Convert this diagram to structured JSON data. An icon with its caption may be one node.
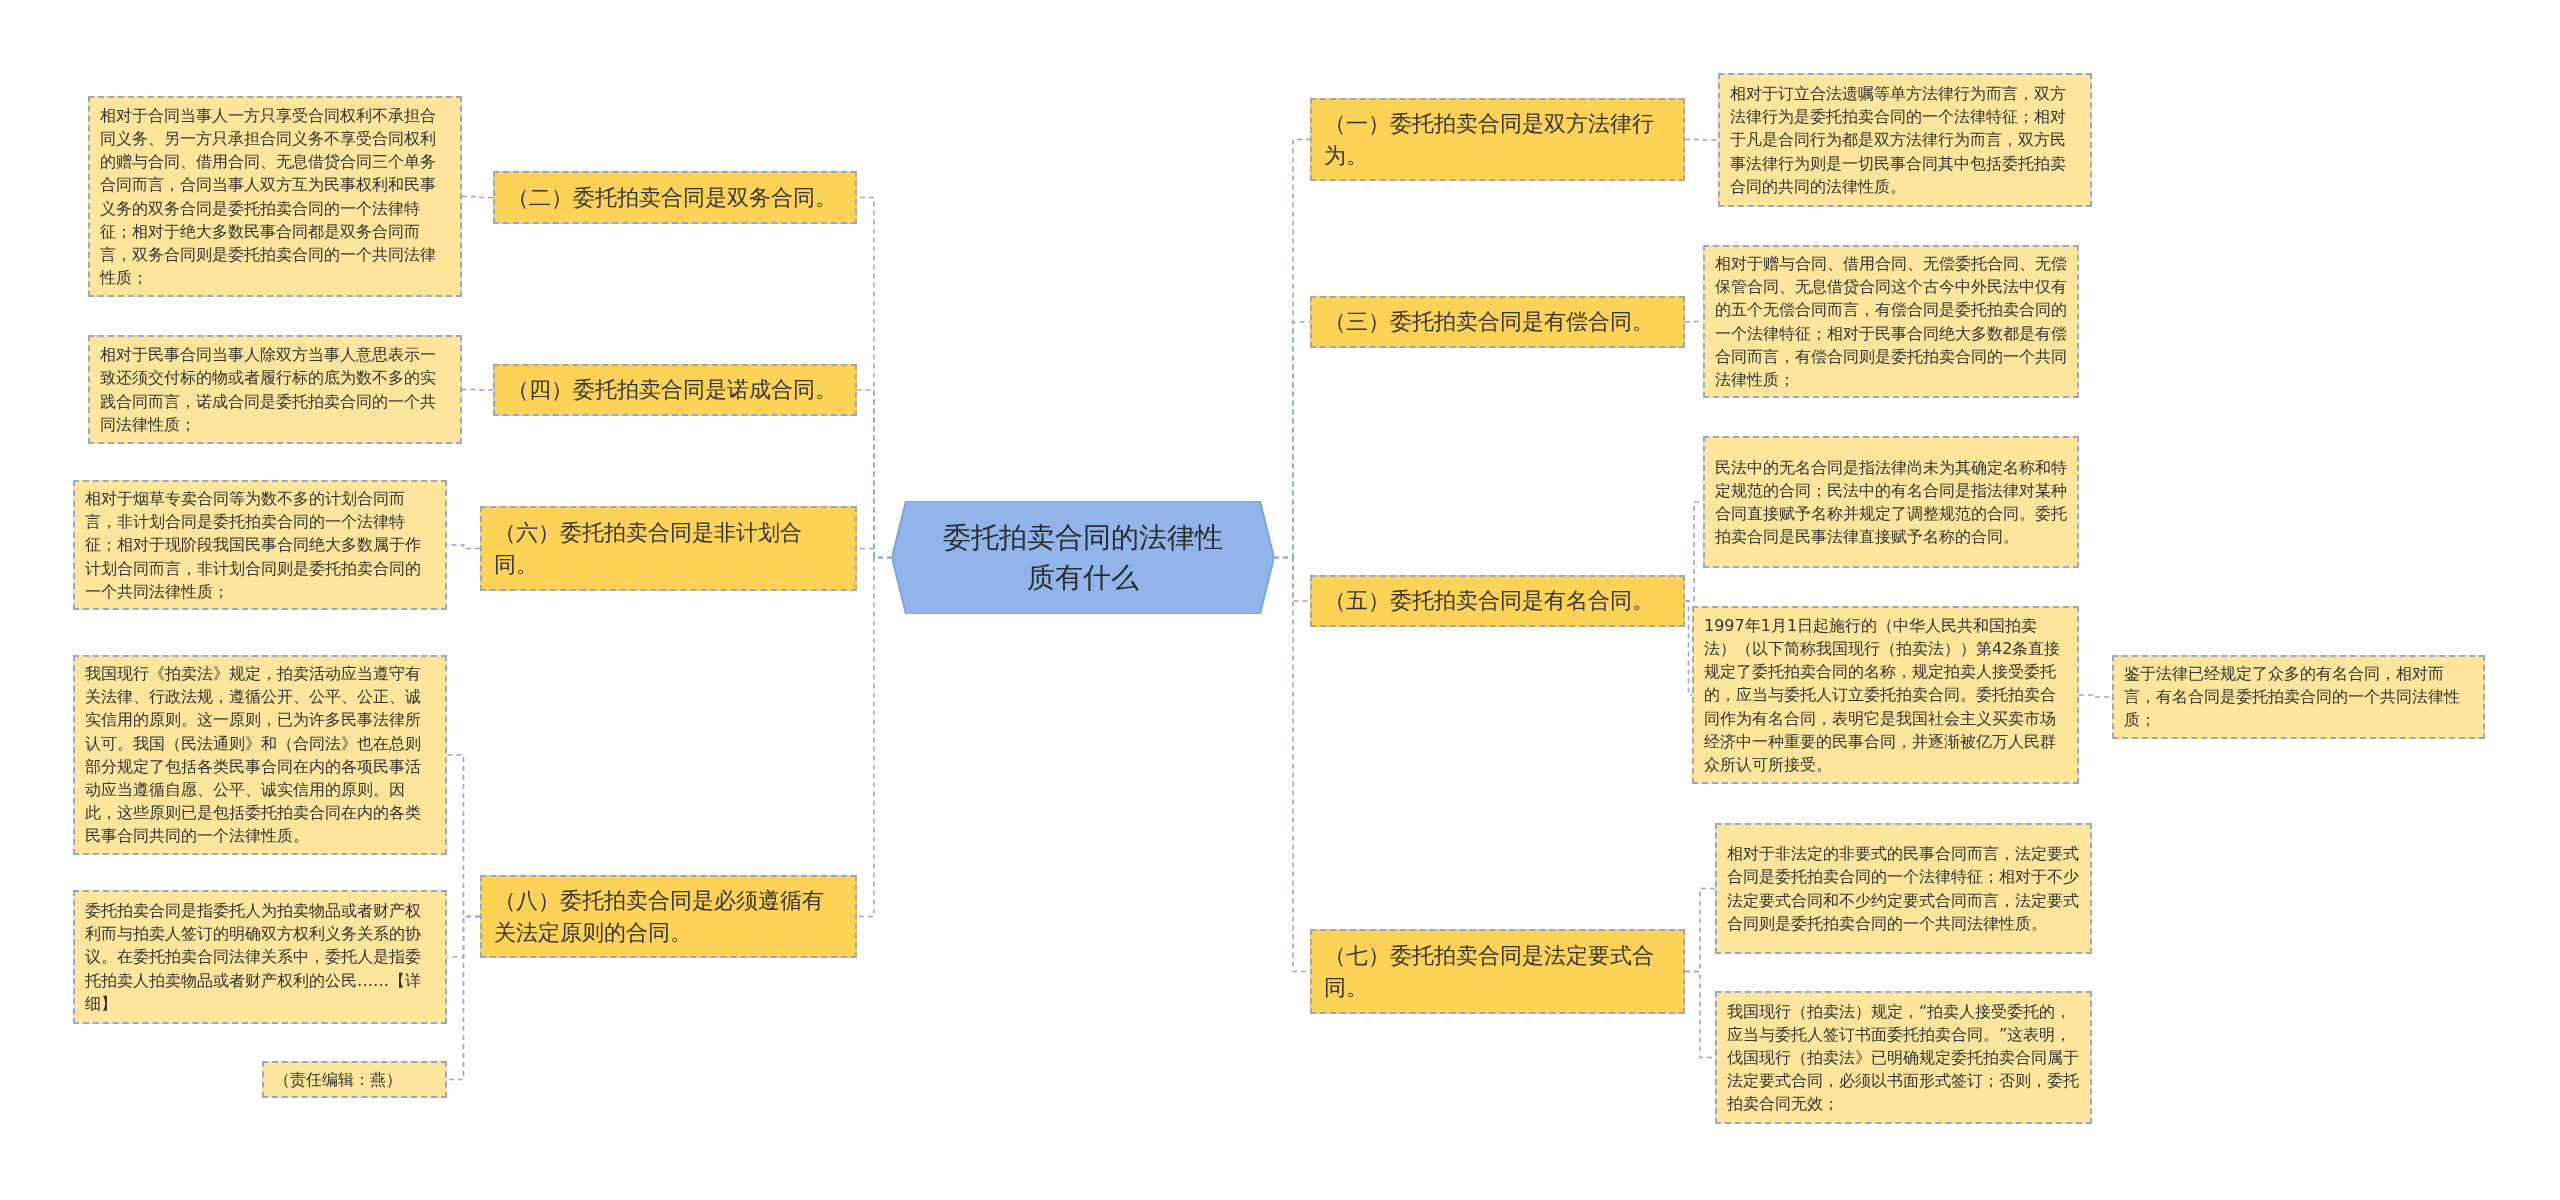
{
  "diagram": {
    "nodes": [
      {
        "text": [
          "委托拍卖合同的法律性质有什么"
        ]
      },
      {
        "text": [
          "（一）委托拍卖合同是双方法律行为。"
        ]
      },
      {
        "text": [
          "相对于订立合法遗嘱等单方法律行为而言，双方法律行为是委托拍卖合同的一个法律特征；相对于凡是合同行为都是双方法律行为而言，双方民事法律行为则是一切民事合同其中包括委托拍卖合同的共同的法律性质。"
        ]
      },
      {
        "text": [
          "（二）委托拍卖合同是双务合同。"
        ]
      },
      {
        "text": [
          "相对于合同当事人一方只享受合同权利不承担合同义务、另一方只承担合同义务不享受合同权利的赠与合同、借用合同、无息借贷合同三个单务合同而言，合同当事人双方互为民事权利和民事义务的双务合同是委托拍卖合同的一个法律特征；相对于绝大多数民事合同都是双务合同而言，双务合同则是委托拍卖合同的一个共同法律性质；"
        ]
      },
      {
        "text": [
          "（三）委托拍卖合同是有偿合同。"
        ]
      },
      {
        "text": [
          "相对于赠与合同、借用合同、无偿委托合同、无偿保管合同、无息借贷合同这个古今中外民法中仅有的五个无偿合同而言，有偿合同是委托拍卖合同的一个法律特征；相对于民事合同绝大多数都是有偿合同而言，有偿合同则是委托拍卖合同的一个共同法律性质；"
        ]
      },
      {
        "text": [
          "（四）委托拍卖合同是诺成合同。"
        ]
      },
      {
        "text": [
          "相对于民事合同当事人除双方当事人意思表示一致还须交付标的物或者履行标的底为数不多的实践合同而言，诺成合同是委托拍卖合同的一个共同法律性质；"
        ]
      },
      {
        "text": [
          "（五）委托拍卖合同是有名合同。"
        ]
      },
      {
        "text": [
          "民法中的无名合同是指法律尚未为其确定名称和特定规范的合同；民法中的有名合同是指法律对某种合同直接赋予名称并规定了调整规范的合同。委托拍卖合同是民事法律直接赋予名称的合同。"
        ]
      },
      {
        "text": [
          "1997年1月1日起施行的（中华人民共和国拍卖法）（以下简称我国现行（拍卖法））第42条直接规定了委托拍卖合同的名称，规定拍卖人接受委托的，应当与委托人订立委托拍卖合同。委托拍卖合同作为有名合同，表明它是我国社会主义买卖市场经济中一种重要的民事合同，并逐渐被亿万人民群众所认可所接受。"
        ]
      },
      {
        "text": [
          "鉴于法律已经规定了众多的有名合同，相对而言，有名合同是委托拍卖合同的一个共同法律性质；"
        ]
      },
      {
        "text": [
          "（六）委托拍卖合同是非计划合同。"
        ]
      },
      {
        "text": [
          "相对于烟草专卖合同等为数不多的计划合同而言，非计划合同是委托拍卖合同的一个法律特征；相对于现阶段我国民事合同绝大多数属于作计划合同而言，非计划合同则是委托拍卖合同的一个共同法律性质；"
        ]
      },
      {
        "text": [
          "（七）委托拍卖合同是法定要式合同。"
        ]
      },
      {
        "text": [
          "相对于非法定的非要式的民事合同而言，法定要式合同是委托拍卖合同的一个法律特征；相对于不少法定要式合同和不少约定要式合同而言，法定要式合同则是委托拍卖合同的一个共同法律性质。"
        ]
      },
      {
        "text": [
          "我国现行（拍卖法）规定，“拍卖人接受委托的，应当与委托人签订书面委托拍卖合同。”这表明，伐国现行（拍卖法》已明确规定委托拍卖合同属于法定要式合同，必须以书面形式签订；否则，委托拍卖合同无效；"
        ]
      },
      {
        "text": [
          "（八）委托拍卖合同是必须遵循有关法定原则的合同。"
        ]
      },
      {
        "text": [
          "我国现行《拍卖法》规定，拍卖活动应当遵守有关法律、行政法规，遵循公开、公平、公正、诚实信用的原则。这一原则，已为许多民事法律所认可。我国（民法通则》和（合同法》也在总则部分规定了包括各类民事合同在内的各项民事活动应当遵循自愿、公平、诚实信用的原则。因此，这些原则已是包括委托拍卖合同在内的各类民事合同共同的一个法律性质。"
        ]
      },
      {
        "text": [
          "委托拍卖合同是指委托人为拍卖物品或者财产权利而与拍卖人签订的明确双方权利义务关系的协议。在委托拍卖合同法律关系中，委托人是指委托拍卖人拍卖物品或者财产权利的公民……【详细】"
        ]
      },
      {
        "text": [
          "（责任编辑：燕）"
        ]
      }
    ],
    "edges": [
      {
        "from": 0,
        "to": 1,
        "arrow": "none",
        "style": "dashed"
      },
      {
        "from": 1,
        "to": 2,
        "arrow": "none",
        "style": "dashed"
      },
      {
        "from": 0,
        "to": 3,
        "arrow": "none",
        "style": "dashed"
      },
      {
        "from": 3,
        "to": 4,
        "arrow": "none",
        "style": "dashed"
      },
      {
        "from": 0,
        "to": 5,
        "arrow": "none",
        "style": "dashed"
      },
      {
        "from": 5,
        "to": 6,
        "arrow": "none",
        "style": "dashed"
      },
      {
        "from": 0,
        "to": 7,
        "arrow": "none",
        "style": "dashed"
      },
      {
        "from": 7,
        "to": 8,
        "arrow": "none",
        "style": "dashed"
      },
      {
        "from": 0,
        "to": 9,
        "arrow": "none",
        "style": "dashed"
      },
      {
        "from": 9,
        "to": 10,
        "arrow": "none",
        "style": "dashed"
      },
      {
        "from": 9,
        "to": 11,
        "arrow": "none",
        "style": "dashed"
      },
      {
        "from": 11,
        "to": 12,
        "arrow": "none",
        "style": "dashed"
      },
      {
        "from": 0,
        "to": 13,
        "arrow": "none",
        "style": "dashed"
      },
      {
        "from": 13,
        "to": 14,
        "arrow": "none",
        "style": "dashed"
      },
      {
        "from": 0,
        "to": 15,
        "arrow": "none",
        "style": "dashed"
      },
      {
        "from": 15,
        "to": 16,
        "arrow": "none",
        "style": "dashed"
      },
      {
        "from": 15,
        "to": 17,
        "arrow": "none",
        "style": "dashed"
      },
      {
        "from": 0,
        "to": 18,
        "arrow": "none",
        "style": "dashed"
      },
      {
        "from": 18,
        "to": 19,
        "arrow": "none",
        "style": "dashed"
      },
      {
        "from": 18,
        "to": 20,
        "arrow": "none",
        "style": "dashed"
      },
      {
        "from": 18,
        "to": 21,
        "arrow": "none",
        "style": "dashed"
      }
    ]
  }
}
